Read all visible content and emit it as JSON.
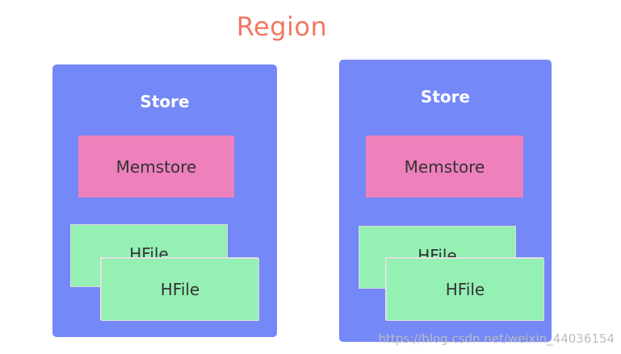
{
  "diagram": {
    "title": "Region",
    "stores": [
      {
        "label": "Store",
        "memstore": "Memstore",
        "hfiles": [
          "HFile",
          "HFile"
        ]
      },
      {
        "label": "Store",
        "memstore": "Memstore",
        "hfiles": [
          "HFile",
          "HFile"
        ]
      }
    ],
    "watermark": "https://blog.csdn.net/weixin_44036154"
  },
  "colors": {
    "title": "#f07863",
    "store": "#7488f8",
    "memstore": "#ee80bb",
    "hfile": "#95f0b3"
  }
}
